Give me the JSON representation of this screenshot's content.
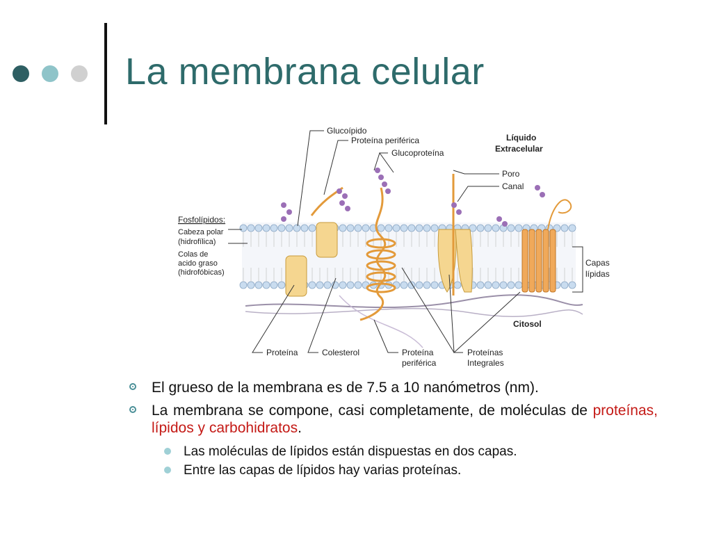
{
  "slide": {
    "title": "La membrana celular",
    "accent_dark": "#2e5f63",
    "accent_mid": "#8fc4c9",
    "accent_light": "#d0d0d0",
    "title_color": "#2e6b6b"
  },
  "figure": {
    "labels": {
      "glucolipido": "Glucoípido",
      "proteina_periferica_top": "Proteína periférica",
      "glucoproteina": "Glucoproteína",
      "liquido_1": "Líquido",
      "liquido_2": "Extracelular",
      "poro": "Poro",
      "canal": "Canal",
      "fosfolipidos": "Fosfolípidos:",
      "cabeza_1": "Cabeza polar",
      "cabeza_2": "(hidrofílica)",
      "colas_1": "Colas de",
      "colas_2": "acido graso",
      "colas_3": "(hidrofóbicas)",
      "capas_1": "Capas",
      "capas_2": "lípidas",
      "citosol": "Citosol",
      "proteina": "Proteína",
      "colesterol": "Colesterol",
      "proteina_periferica_1": "Proteína",
      "proteina_periferica_2": "periférica",
      "proteinas_integrales_1": "Proteínas",
      "proteinas_integrales_2": "Integrales"
    }
  },
  "bullets": [
    {
      "pre": "El grueso de la membrana es de 7.5 a 10 nanómetros (nm).",
      "highlight": "",
      "post": ""
    },
    {
      "pre": "La membrana se compone, casi completamente, de moléculas de ",
      "highlight": "proteínas, lípidos y carbohidratos",
      "post": "."
    }
  ],
  "subbullets": [
    "Las moléculas de lípidos están dispuestas en dos capas.",
    "Entre las capas de lípidos hay varias proteínas."
  ]
}
